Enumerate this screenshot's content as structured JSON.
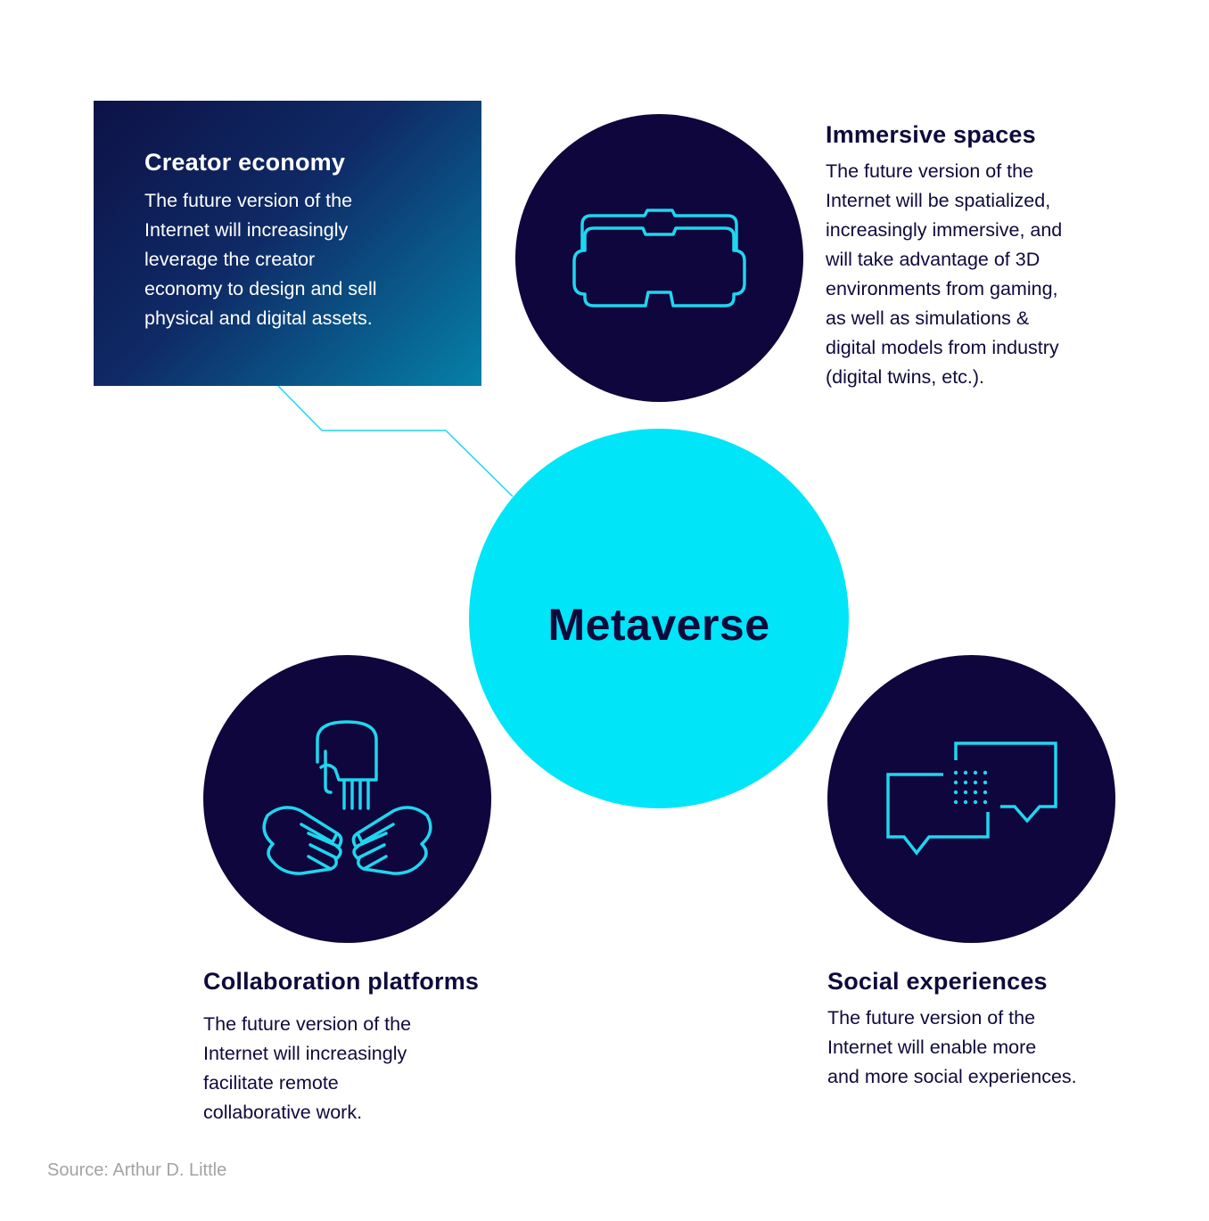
{
  "center": {
    "label": "Metaverse"
  },
  "creator_economy": {
    "title": "Creator economy",
    "text_lines": [
      "The future version of the",
      "Internet will increasingly",
      "leverage the creator",
      "economy to design and sell",
      "physical and digital assets."
    ]
  },
  "immersive_spaces": {
    "title": "Immersive spaces",
    "icon": "vr-headset-icon",
    "text_lines": [
      "The future version of the",
      "Internet will be spatialized,",
      "increasingly immersive, and",
      "will take advantage of 3D",
      "environments from gaming,",
      "as well as simulations &",
      "digital models from industry",
      "(digital twins, etc.)."
    ]
  },
  "collaboration_platforms": {
    "title": "Collaboration platforms",
    "icon": "hands-together-icon",
    "text_lines": [
      "The future version of the",
      "Internet will increasingly",
      "facilitate remote",
      "collaborative work."
    ]
  },
  "social_experiences": {
    "title": "Social experiences",
    "icon": "chat-bubbles-icon",
    "text_lines": [
      "The future version of the",
      "Internet will enable more",
      "and more social experiences."
    ]
  },
  "source": "Source: Arthur D. Little",
  "colors": {
    "navy": "#0f063d",
    "cyan": "#00e5f8",
    "icon_stroke": "#1fd6ef",
    "text_dark": "#0f0a3c",
    "source_gray": "#a3a3a3"
  }
}
